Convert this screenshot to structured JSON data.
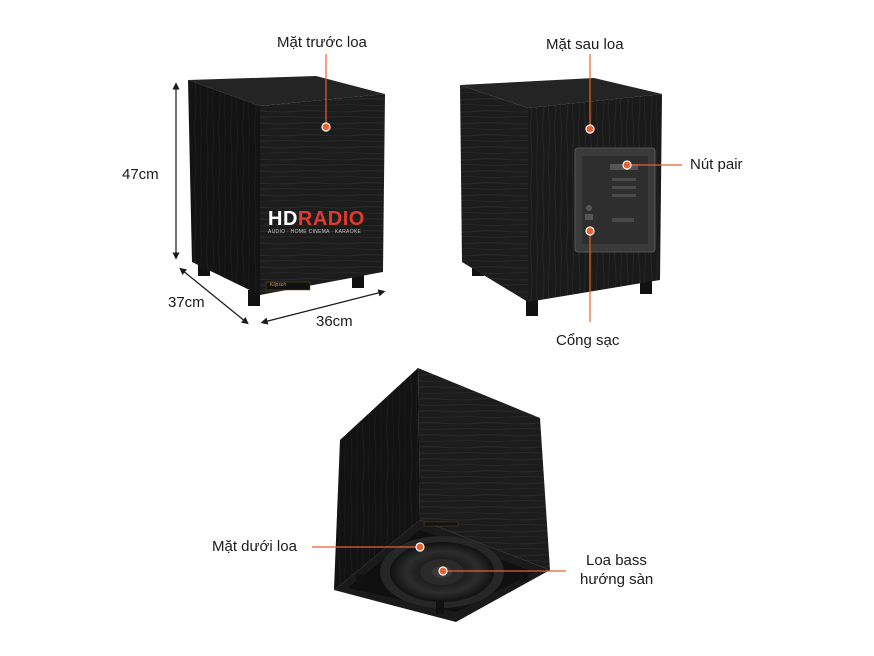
{
  "labels": {
    "front": "Mặt trước loa",
    "back": "Mặt sau loa",
    "pair": "Nút pair",
    "charge": "Cổng sạc",
    "bottom": "Mặt dưới loa",
    "bass_line1": "Loa bass",
    "bass_line2": "hướng sàn"
  },
  "dimensions": {
    "height": "47cm",
    "depth": "37cm",
    "width": "36cm"
  },
  "watermark": {
    "brand_hd": "HD",
    "brand_radio": "RADIO",
    "tagline": "AUDIO · HOME CINEMA · KARAOKE"
  },
  "logo_text": "Klipsch",
  "colors": {
    "accent": "#e8602c",
    "cabinet": "#1e1e1e",
    "cabinet_light": "#2c2c2c"
  }
}
